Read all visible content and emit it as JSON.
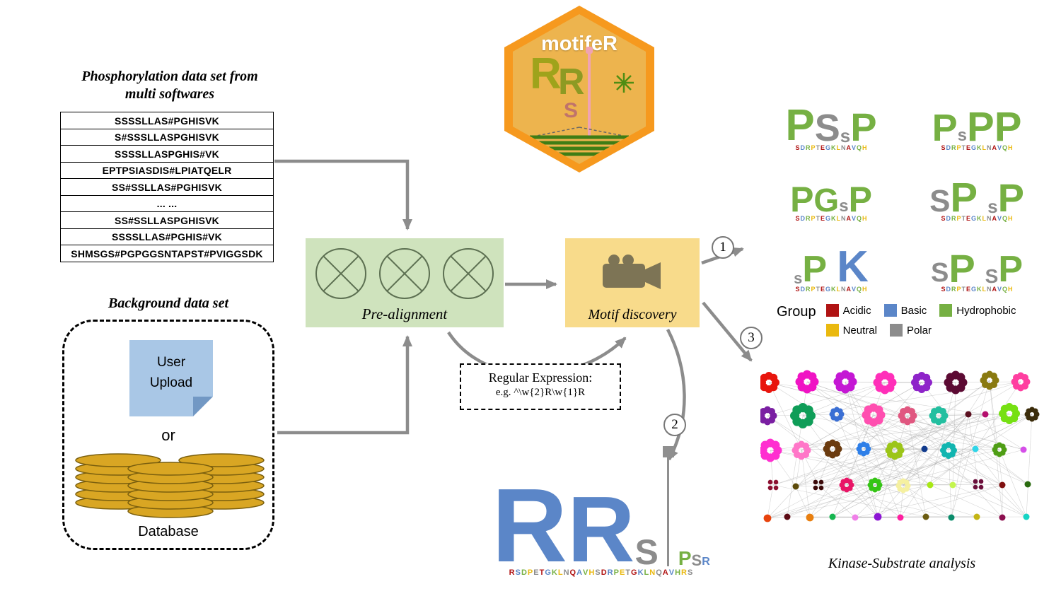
{
  "logo": {
    "title": "motifeR",
    "art_letters": [
      "R",
      "R",
      "S"
    ]
  },
  "phospho": {
    "title_line1": "Phosphorylation data set from",
    "title_line2": "multi softwares",
    "rows": [
      "SSSSLLAS#PGHISVK",
      "S#SSSLLASPGHISVK",
      "SSSSLLASPGHIS#VK",
      "EPTPSIASDIS#LPIATQELR",
      "SS#SSLLAS#PGHISVK",
      "... ...",
      "SS#SSLLASPGHISVK",
      "SSSSLLAS#PGHIS#VK",
      "SHMSGS#PGPGGSNTAPST#PVIGGSDK"
    ]
  },
  "background": {
    "title": "Background data set",
    "note_line1": "User",
    "note_line2": "Upload",
    "or_label": "or",
    "db_label": "Database"
  },
  "prealign": {
    "label": "Pre-alignment"
  },
  "motif": {
    "label": "Motif discovery"
  },
  "regex": {
    "line1": "Regular Expression:",
    "line2": "e.g. ^\\w{2}R\\w{1}R"
  },
  "steps": {
    "s1": "1",
    "s2": "2",
    "s3": "3"
  },
  "group_colors": {
    "a": "#b01313",
    "b": "#5b86c8",
    "h": "#76b043",
    "n": "#eab90f",
    "p": "#8c8c8c"
  },
  "legend": {
    "title": "Group",
    "items": [
      {
        "label": "Acidic",
        "color": "#b01313"
      },
      {
        "label": "Basic",
        "color": "#5b86c8"
      },
      {
        "label": "Hydrophobic",
        "color": "#76b043"
      },
      {
        "label": "Neutral",
        "color": "#eab90f"
      },
      {
        "label": "Polar",
        "color": "#8c8c8c"
      }
    ]
  },
  "logo_noise": "SDRPTEGKLNAVQH",
  "mini_logos": [
    {
      "letters": [
        {
          "c": "P",
          "g": "h",
          "h": 62
        },
        {
          "c": "S",
          "g": "p",
          "h": 54
        },
        {
          "c": "s",
          "g": "p",
          "h": 26
        },
        {
          "c": "P",
          "g": "h",
          "h": 56
        }
      ]
    },
    {
      "letters": [
        {
          "c": "P",
          "g": "h",
          "h": 54
        },
        {
          "c": "s",
          "g": "p",
          "h": 24
        },
        {
          "c": "P",
          "g": "h",
          "h": 58
        },
        {
          "c": "P",
          "g": "h",
          "h": 58
        }
      ]
    },
    {
      "letters": [
        {
          "c": "P",
          "g": "h",
          "h": 50
        },
        {
          "c": "G",
          "g": "h",
          "h": 46
        },
        {
          "c": "s",
          "g": "p",
          "h": 24
        },
        {
          "c": "P",
          "g": "h",
          "h": 50
        }
      ]
    },
    {
      "letters": [
        {
          "c": "S",
          "g": "p",
          "h": 44
        },
        {
          "c": "P",
          "g": "h",
          "h": 58
        },
        {
          "c": " ",
          "g": "p",
          "h": 20
        },
        {
          "c": "s",
          "g": "p",
          "h": 26
        },
        {
          "c": "P",
          "g": "h",
          "h": 56
        }
      ]
    },
    {
      "letters": [
        {
          "c": "s",
          "g": "p",
          "h": 22
        },
        {
          "c": "P",
          "g": "h",
          "h": 52
        },
        {
          "c": " ",
          "g": "p",
          "h": 20
        },
        {
          "c": "K",
          "g": "b",
          "h": 62
        }
      ]
    },
    {
      "letters": [
        {
          "c": "S",
          "g": "p",
          "h": 38
        },
        {
          "c": "P",
          "g": "h",
          "h": 56
        },
        {
          "c": " ",
          "g": "p",
          "h": 20
        },
        {
          "c": "S",
          "g": "p",
          "h": 28
        },
        {
          "c": "P",
          "g": "h",
          "h": 52
        }
      ]
    }
  ],
  "big_logo": {
    "letters": [
      {
        "c": "R",
        "g": "b",
        "h": 148
      },
      {
        "c": "R",
        "g": "b",
        "h": 132
      },
      {
        "c": "S",
        "g": "p",
        "h": 50
      },
      {
        "c": "PIN",
        "g": "pin",
        "h": 170
      },
      {
        "c": "P",
        "g": "h",
        "h": 28
      },
      {
        "c": "S",
        "g": "p",
        "h": 22
      },
      {
        "c": "R",
        "g": "b",
        "h": 16
      }
    ],
    "noise": "RSDPETGKLNQAVHSDRPETGKLNQAVHRS"
  },
  "network": {
    "caption": "Kinase-Substrate analysis",
    "nodes": [
      [
        12,
        25,
        10,
        "#e8150d",
        "f"
      ],
      [
        66,
        24,
        11,
        "#f013c4",
        "f"
      ],
      [
        120,
        24,
        11,
        "#c417d4",
        "f"
      ],
      [
        176,
        25,
        11,
        "#ff2fb9",
        "f"
      ],
      [
        228,
        25,
        10,
        "#8e24c9",
        "f"
      ],
      [
        276,
        25,
        11,
        "#5c0a33",
        "f"
      ],
      [
        324,
        22,
        9,
        "#8a7a10",
        "f"
      ],
      [
        368,
        24,
        9,
        "#ff3fa0",
        "f"
      ],
      [
        10,
        72,
        9,
        "#7a1fa2",
        "f"
      ],
      [
        60,
        72,
        12,
        "#0f9d58",
        "f"
      ],
      [
        108,
        70,
        7,
        "#3b6fd4",
        "f"
      ],
      [
        160,
        71,
        11,
        "#ff4fb0",
        "f"
      ],
      [
        208,
        72,
        9,
        "#e05780",
        "f"
      ],
      [
        252,
        72,
        9,
        "#23bfa0",
        "f"
      ],
      [
        294,
        70,
        5,
        "#5a0f1f",
        "d"
      ],
      [
        318,
        70,
        5,
        "#b5106e",
        "d"
      ],
      [
        352,
        69,
        10,
        "#76e013",
        "f"
      ],
      [
        384,
        70,
        7,
        "#3b2c0a",
        "f"
      ],
      [
        14,
        121,
        11,
        "#ff2fd0",
        "f"
      ],
      [
        58,
        121,
        9,
        "#ff77c8",
        "f"
      ],
      [
        102,
        119,
        9,
        "#6b3b0f",
        "f"
      ],
      [
        146,
        119,
        7,
        "#2e7fe8",
        "f"
      ],
      [
        190,
        121,
        9,
        "#9cc519",
        "f"
      ],
      [
        232,
        119,
        5,
        "#103a8c",
        "d"
      ],
      [
        266,
        121,
        8,
        "#12b5b0",
        "f"
      ],
      [
        304,
        119,
        5,
        "#2fd5e8",
        "d"
      ],
      [
        338,
        120,
        7,
        "#4f9e15",
        "f"
      ],
      [
        372,
        120,
        5,
        "#d54fe8",
        "d"
      ],
      [
        18,
        170,
        6,
        "#8c1030",
        "f"
      ],
      [
        50,
        172,
        5,
        "#5c4a0a",
        "d"
      ],
      [
        82,
        170,
        6,
        "#3b0a0a",
        "f"
      ],
      [
        122,
        170,
        7,
        "#e81566",
        "f"
      ],
      [
        162,
        170,
        7,
        "#35c415",
        "f"
      ],
      [
        202,
        171,
        7,
        "#f5f0a0",
        "f"
      ],
      [
        240,
        170,
        5,
        "#a8e815",
        "d"
      ],
      [
        272,
        170,
        5,
        "#c4f54f",
        "d"
      ],
      [
        308,
        169,
        6,
        "#6b0f3b",
        "f"
      ],
      [
        342,
        170,
        5,
        "#801010",
        "d"
      ],
      [
        378,
        169,
        5,
        "#2a6b0f",
        "d"
      ],
      [
        10,
        217,
        6,
        "#e8430d",
        "d"
      ],
      [
        38,
        215,
        5,
        "#5c0a14",
        "d"
      ],
      [
        70,
        216,
        6,
        "#e87f10",
        "d"
      ],
      [
        102,
        215,
        5,
        "#15b54f",
        "d"
      ],
      [
        134,
        216,
        5,
        "#f07fe8",
        "d"
      ],
      [
        166,
        215,
        6,
        "#8c15d4",
        "d"
      ],
      [
        198,
        216,
        5,
        "#ff1fa0",
        "d"
      ],
      [
        234,
        215,
        5,
        "#6b5c10",
        "d"
      ],
      [
        270,
        216,
        5,
        "#0a8c6b",
        "d"
      ],
      [
        306,
        215,
        5,
        "#c4b515",
        "d"
      ],
      [
        342,
        216,
        5,
        "#8c0f4f",
        "d"
      ],
      [
        376,
        215,
        5,
        "#15d4c4",
        "d"
      ]
    ]
  }
}
